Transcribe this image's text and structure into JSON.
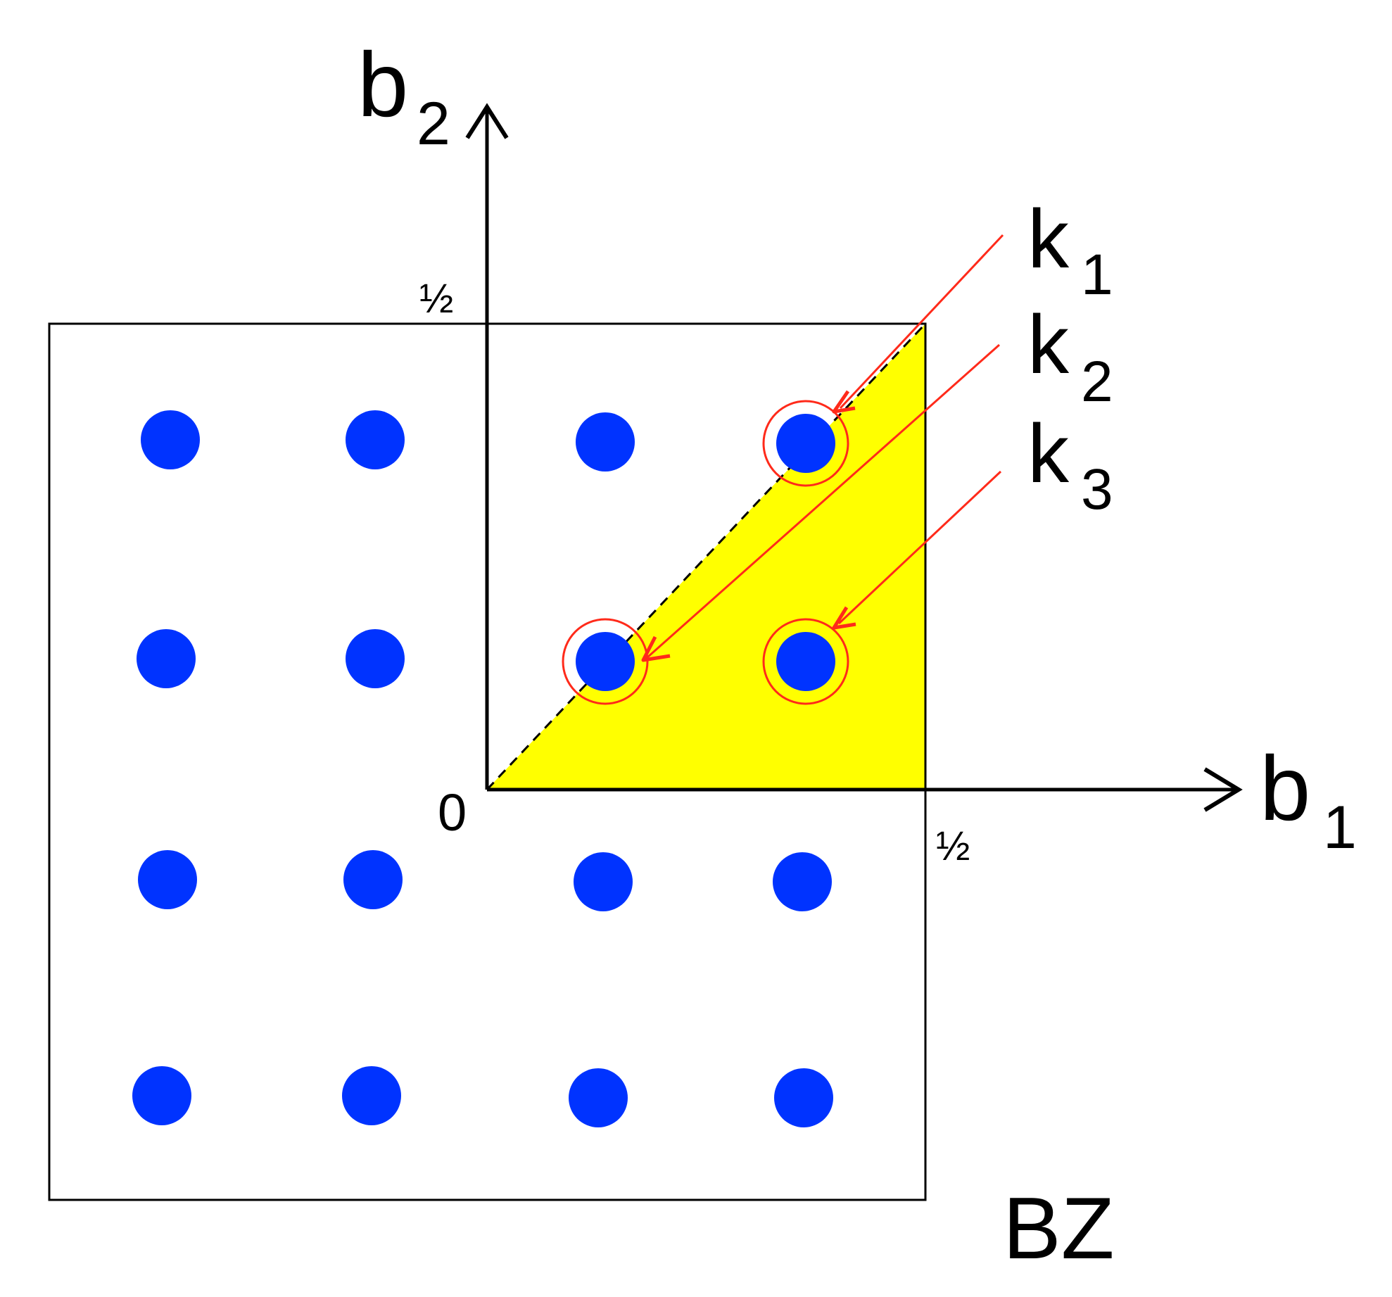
{
  "labels": {
    "b2_main": "b",
    "b2_sub": "2",
    "b1_main": "b",
    "b1_sub": "1",
    "origin": "0",
    "half_b2": "½",
    "half_b1": "½",
    "bz": "BZ"
  },
  "k_points": [
    {
      "main": "k",
      "sub": "1"
    },
    {
      "main": "k",
      "sub": "2"
    },
    {
      "main": "k",
      "sub": "3"
    }
  ],
  "colors": {
    "axis": "#000000",
    "bz_border": "#000000",
    "irreducible_wedge": "#ffff00",
    "grid_point": "#0033ff",
    "highlight": "#ff2a1a",
    "wedge_diagonal": "#000000"
  },
  "grid": {
    "rows": 4,
    "cols": 4,
    "highlighted_points": [
      "k1",
      "k2",
      "k3"
    ]
  }
}
